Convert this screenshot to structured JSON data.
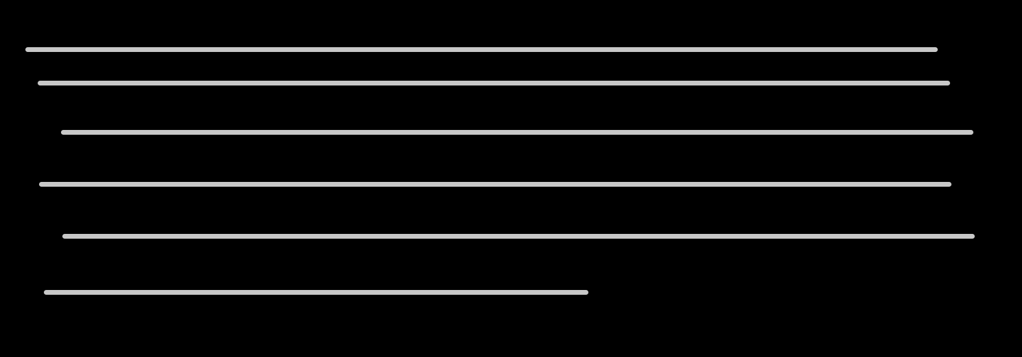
{
  "colors": {
    "background": "#000000",
    "line": "#c8c8c8"
  },
  "lines": [
    {
      "name": "placeholder-line-1"
    },
    {
      "name": "placeholder-line-2"
    },
    {
      "name": "placeholder-line-3"
    },
    {
      "name": "placeholder-line-4"
    },
    {
      "name": "placeholder-line-5"
    },
    {
      "name": "placeholder-line-6"
    }
  ]
}
